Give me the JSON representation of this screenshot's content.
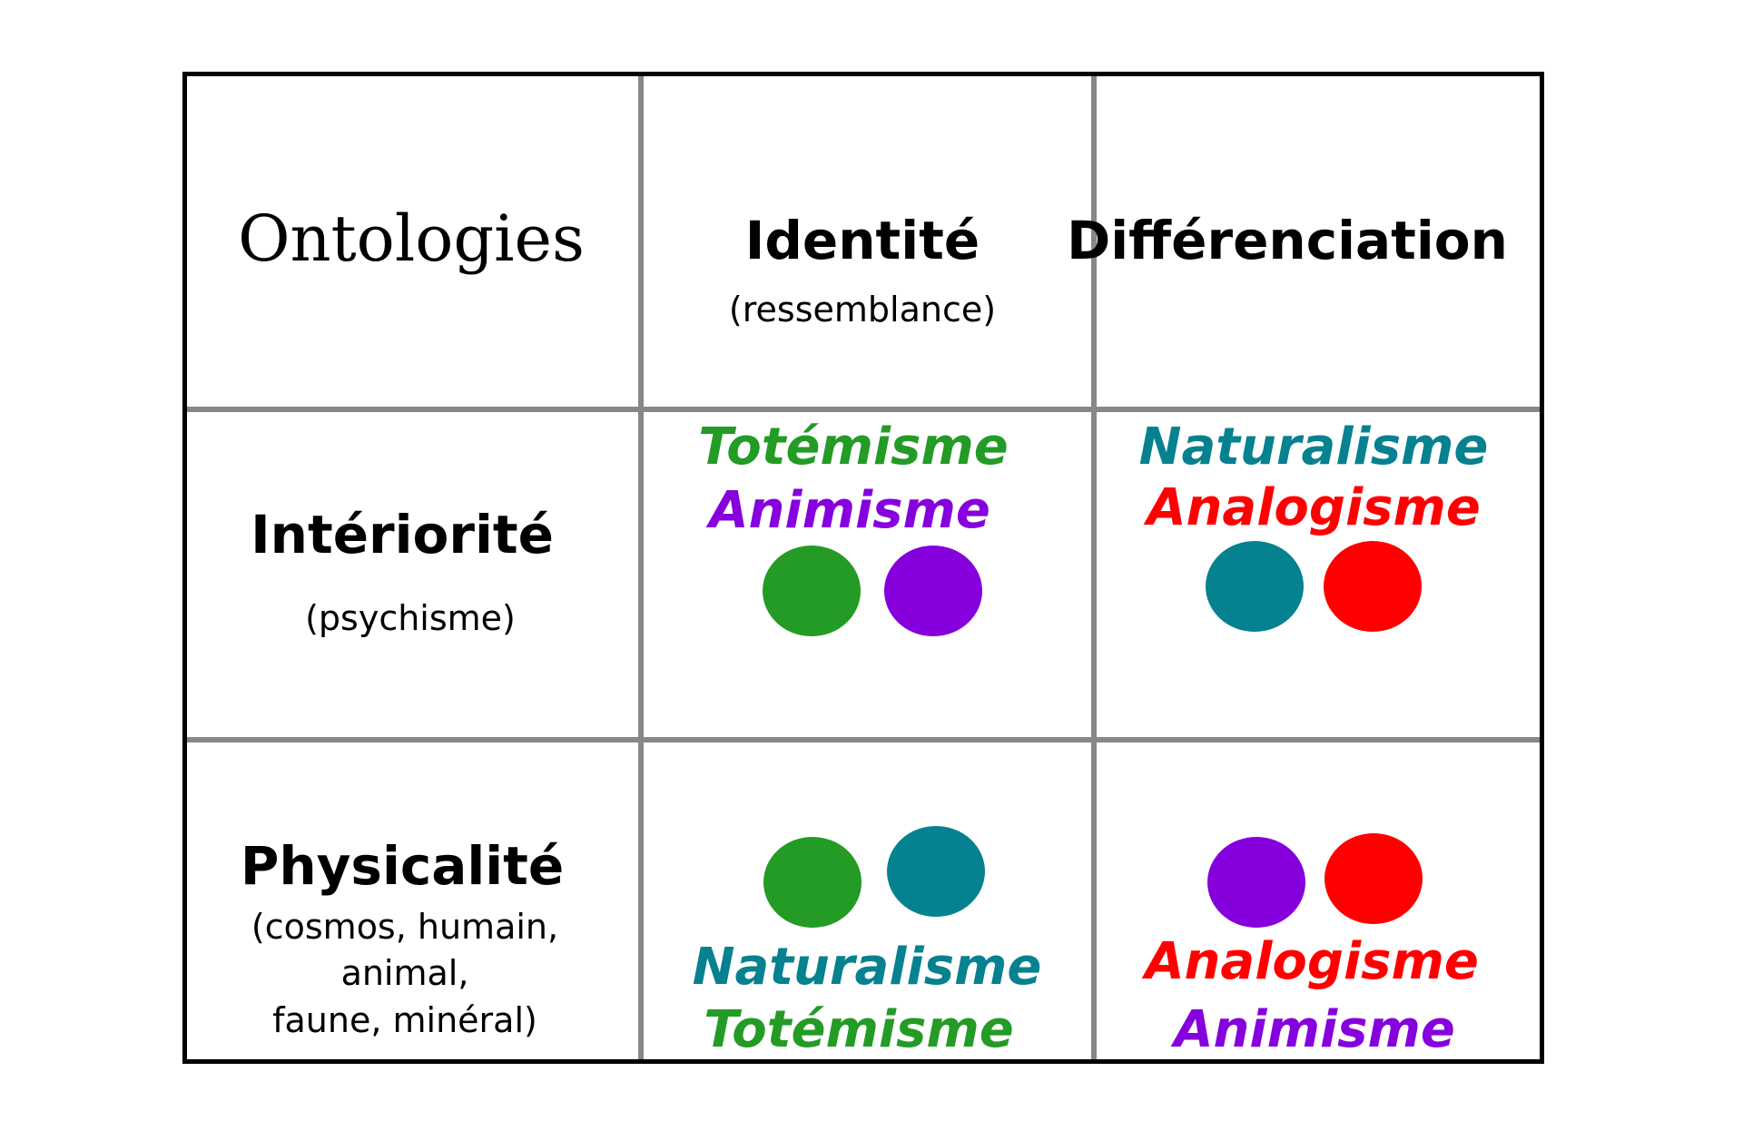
{
  "colors": {
    "totemisme": "#239b25",
    "animisme": "#8500dd",
    "naturalisme": "#068190",
    "analogisme": "#ff0000"
  },
  "header": {
    "title": "Ontologies",
    "identite": {
      "label": "Identité",
      "sub": "(ressemblance)"
    },
    "differenciation": {
      "label": "Différenciation"
    }
  },
  "rows": {
    "interiorite": {
      "label": "Intériorité",
      "sub": "(psychisme)"
    },
    "physicalite": {
      "label": "Physicalité",
      "sub_lines": [
        "(cosmos, humain,",
        "animal,",
        "faune, minéral)"
      ]
    }
  },
  "cells": {
    "int_identite": {
      "top": "Totémisme",
      "bottom": "Animisme"
    },
    "int_diff": {
      "top": "Naturalisme",
      "bottom": "Analogisme"
    },
    "phys_identite": {
      "top": "Naturalisme",
      "bottom": "Totémisme"
    },
    "phys_diff": {
      "top": "Analogisme",
      "bottom": "Animisme"
    }
  }
}
